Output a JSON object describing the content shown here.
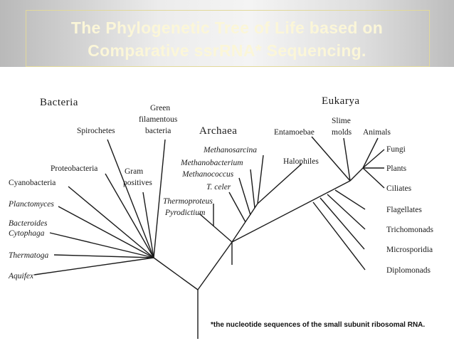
{
  "title": {
    "line1": "The Phylogenetic Tree of Life based on",
    "line2": "Comparative ssrRNA* Sequencing."
  },
  "groups": {
    "bacteria": "Bacteria",
    "archaea": "Archaea",
    "eukarya": "Eukarya"
  },
  "bacteria_taxa": {
    "green_filamentous_1": "Green",
    "green_filamentous_2": "filamentous",
    "green_filamentous_3": "bacteria",
    "spirochetes": "Spirochetes",
    "proteobacteria": "Proteobacteria",
    "gram_positives_1": "Gram",
    "gram_positives_2": "positives",
    "cyanobacteria": "Cyanobacteria",
    "planctomyces": "Planctomyces",
    "bacteroides_1": "Bacteroides",
    "bacteroides_2": "Cytophaga",
    "thermatoga": "Thermatoga",
    "aquifex": "Aquifex"
  },
  "archaea_taxa": {
    "methanosarcina": "Methanosarcina",
    "methanobacterium": "Methanobacterium",
    "methanococcus": "Methanococcus",
    "t_celer": "T. celer",
    "thermoproteus": "Thermoproteus",
    "pyrodictium": "Pyrodictium",
    "halophiles": "Halophiles"
  },
  "eukarya_taxa": {
    "entamoebae": "Entamoebae",
    "slime_molds_1": "Slime",
    "slime_molds_2": "molds",
    "animals": "Animals",
    "fungi": "Fungi",
    "plants": "Plants",
    "ciliates": "Ciliates",
    "flagellates": "Flagellates",
    "trichomonads": "Trichomonads",
    "microsporidia": "Microsporidia",
    "diplomonads": "Diplomonads"
  },
  "footnote": "*the nucleotide sequences of the small subunit ribosomal RNA."
}
